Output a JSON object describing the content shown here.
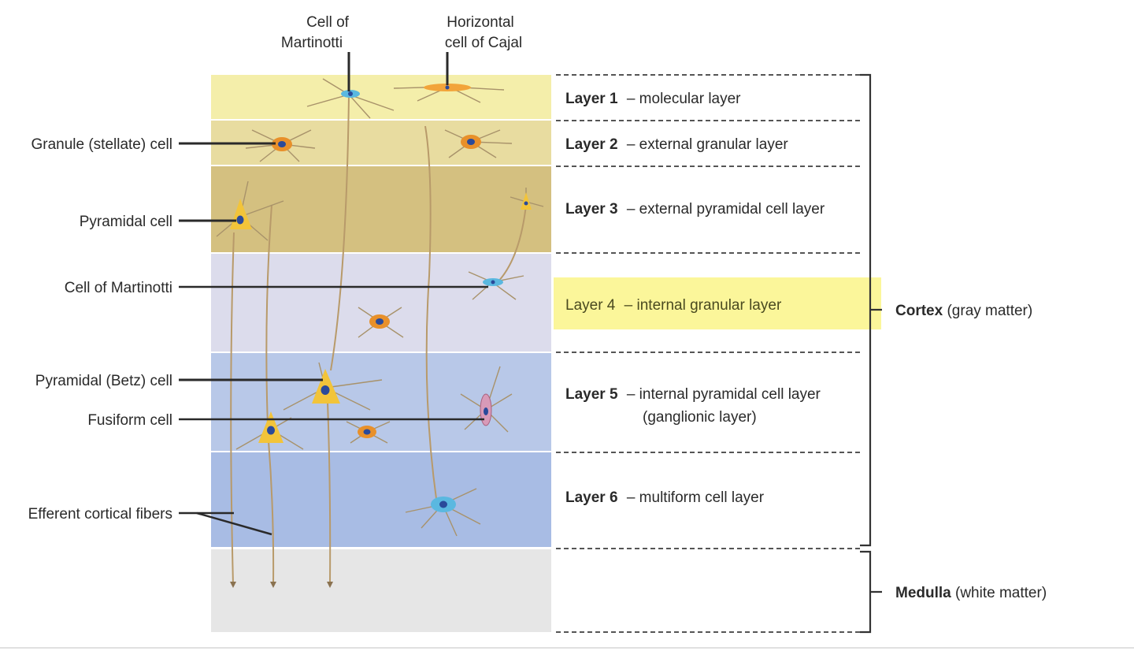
{
  "top_labels": {
    "martinotti_line1": "Cell of",
    "martinotti_line2": "Martinotti",
    "cajal_line1": "Horizontal",
    "cajal_line2": "cell of Cajal"
  },
  "left_labels": {
    "granule": "Granule (stellate) cell",
    "pyramidal": "Pyramidal cell",
    "martinotti": "Cell of Martinotti",
    "betz": "Pyramidal (Betz) cell",
    "fusiform": "Fusiform cell",
    "efferent": "Efferent cortical fibers"
  },
  "layers": [
    {
      "name": "Layer 1",
      "desc": "– molecular layer",
      "color": "#f4eeaa"
    },
    {
      "name": "Layer 2",
      "desc": "– external granular layer",
      "color": "#e8dca0"
    },
    {
      "name": "Layer 3",
      "desc": "– external pyramidal cell layer",
      "color": "#d4c080"
    },
    {
      "name": "Layer 4",
      "desc": "– internal granular layer",
      "color": "#dcdcec",
      "highlight": "#fbf69a"
    },
    {
      "name": "Layer 5",
      "desc": "– internal pyramidal cell layer",
      "desc2": "(ganglionic layer)",
      "color": "#b8c8e8"
    },
    {
      "name": "Layer 6",
      "desc": "– multiform cell layer",
      "color": "#a8bce4"
    }
  ],
  "medulla_color": "#e6e6e6",
  "brackets": {
    "cortex_bold": "Cortex",
    "cortex_rest": " (gray matter)",
    "medulla_bold": "Medulla",
    "medulla_rest": " (white matter)"
  },
  "colors": {
    "granule_cell": "#e8902a",
    "pyramidal_cell": "#f2c43a",
    "martinotti_cell": "#5ab8e0",
    "fusiform_cell": "#d89ab8",
    "nucleus": "#2a4a9a",
    "fiber": "#b89a6a"
  }
}
